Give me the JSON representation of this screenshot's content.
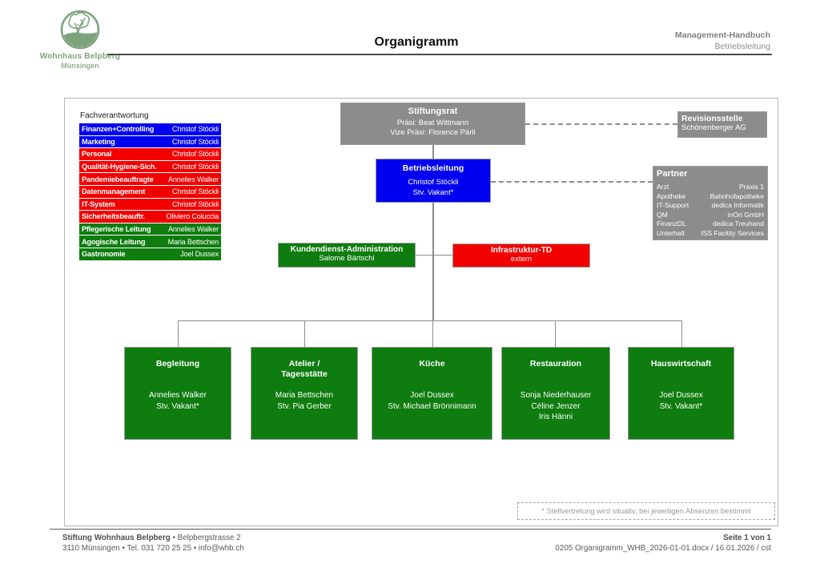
{
  "header": {
    "logo_line1": "Wohnhaus Belpberg",
    "logo_line2": "Münsingen",
    "title": "Organigramm",
    "handbook": "Management-Handbuch",
    "handbook_sub": "Betriebsleitung"
  },
  "fach": {
    "label": "Fachverantwortung",
    "rows": [
      {
        "area": "Finanzen+Controlling",
        "person": "Christof Stöckli",
        "color": "blue"
      },
      {
        "area": "Marketing",
        "person": "Christof Stöckli",
        "color": "blue"
      },
      {
        "area": "Personal",
        "person": "Christof Stöckli",
        "color": "red"
      },
      {
        "area": "Qualität-Hygiene-Sich.",
        "person": "Christof Stöckli",
        "color": "red"
      },
      {
        "area": "Pandemiebeauftragte",
        "person": "Annelies Walker",
        "color": "red"
      },
      {
        "area": "Datenmanagement",
        "person": "Christof Stöckli",
        "color": "red"
      },
      {
        "area": "IT-System",
        "person": "Christof Stöckli",
        "color": "red"
      },
      {
        "area": "Sicherheitsbeauftr.",
        "person": "Oliviero Coluccia",
        "color": "red"
      },
      {
        "area": "Pflegerische Leitung",
        "person": "Annelies Walker",
        "color": "green"
      },
      {
        "area": "Agogische Leitung",
        "person": "Maria Bettschen",
        "color": "green"
      },
      {
        "area": "Gastronomie",
        "person": "Joel Dussex",
        "color": "green"
      }
    ]
  },
  "org": {
    "stiftungsrat": {
      "title": "Stiftungsrat",
      "line1": "Präsi: Beat Wittmann",
      "line2": "Vize Präsi: Florence Pärli"
    },
    "revisionsstelle": {
      "title": "Revisionsstelle",
      "line1": "Schönenberger AG"
    },
    "betriebsleitung": {
      "title": "Betriebsleitung",
      "line1": "Christof Stöckli",
      "line2": "Stv. Vakant*"
    },
    "partner": {
      "title": "Partner",
      "rows": [
        {
          "k": "Arzt",
          "v": "Praxis 1"
        },
        {
          "k": "Apotheke",
          "v": "Bahnhofapotheke"
        },
        {
          "k": "IT-Support",
          "v": "dedica Informatik"
        },
        {
          "k": "QM",
          "v": "inOri GmbH"
        },
        {
          "k": "FinanzDL",
          "v": "dedica Treuhand"
        },
        {
          "k": "Unterhalt",
          "v": "ISS Facitity Services"
        }
      ]
    },
    "kundendienst": {
      "title": "Kundendienst-Administration",
      "line1": "Salome Bärtschi"
    },
    "infrastruktur": {
      "title": "Infrastruktur-TD",
      "line1": "extern"
    },
    "departments": [
      {
        "title_lines": [
          "Begleitung"
        ],
        "names": [
          "Annelies Walker",
          "Stv. Vakant*"
        ]
      },
      {
        "title_lines": [
          "Atelier /",
          "Tagesstätte"
        ],
        "names": [
          "Maria Bettschen",
          "Stv. Pia Gerber"
        ]
      },
      {
        "title_lines": [
          "Küche"
        ],
        "names": [
          "Joel Dussex",
          "Stv. Michael Brönnimann"
        ]
      },
      {
        "title_lines": [
          "Restauration"
        ],
        "names": [
          "Sonja Niederhauser",
          "Céline Jenzer",
          "Iris Hänni"
        ]
      },
      {
        "title_lines": [
          "Hauswirtschaft"
        ],
        "names": [
          "Joel Dussex",
          "Stv. Vakant*"
        ]
      }
    ],
    "footnote": "* Stellvertretung wird situativ, bei jeweiligen Absenzen bestimmt"
  },
  "footer": {
    "org_bold": "Stiftung Wohnhaus Belpberg",
    "org_rest": " • Belpbergstrasse 2",
    "line2": "3110 Münsingen • Tel. 031 720 25 25 • info@whb.ch",
    "page": "Seite 1 von 1",
    "doc_info": "0205 Organigramm_WHB_2026-01-01.docx / 16.01.2026 / cst"
  },
  "colors": {
    "box_gray": "#8C8C8C",
    "box_blue": "#0000F0",
    "box_red": "#F20000",
    "box_green": "#0E7C0E",
    "logo_green": "#7CA47C",
    "connector_gray": "#8C8C8C",
    "footer_text": "#595959",
    "footnote_text": "#9A9A9A"
  }
}
